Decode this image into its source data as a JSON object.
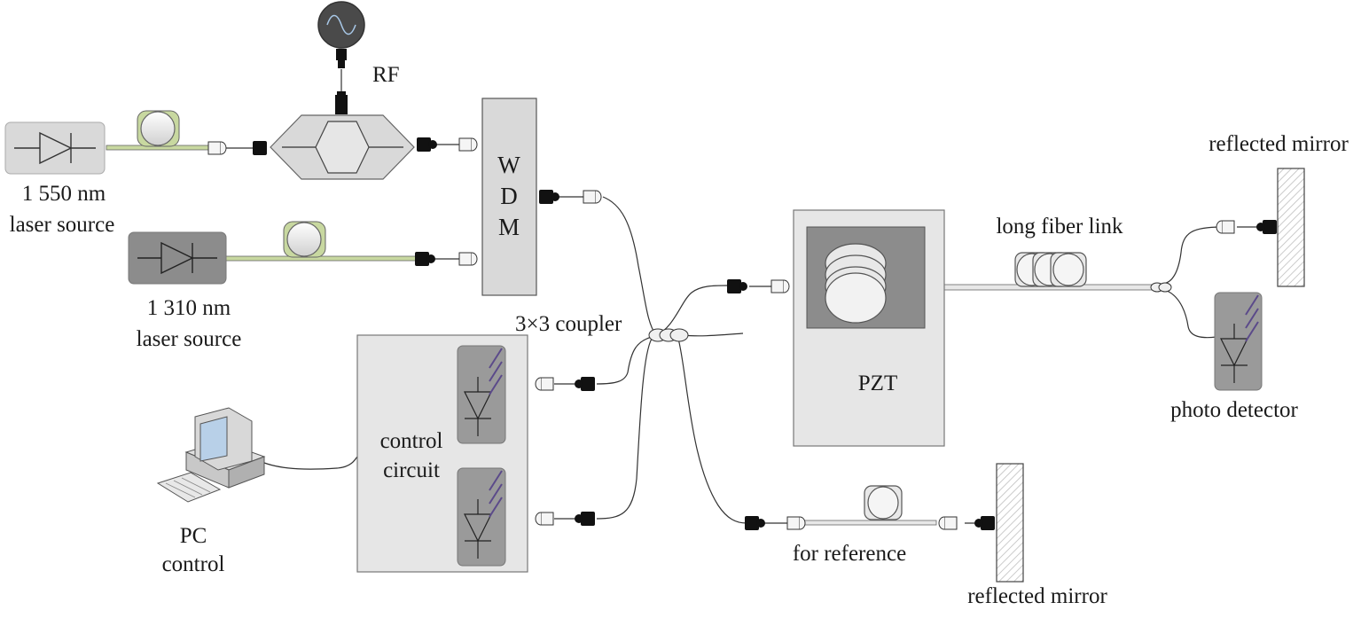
{
  "labels": {
    "rf": "RF",
    "laser1550_line1": "1 550 nm",
    "laser1550_line2": "laser source",
    "laser1310_line1": "1 310 nm",
    "laser1310_line2": "laser source",
    "wdm_w": "W",
    "wdm_d": "D",
    "wdm_m": "M",
    "coupler": "3×3 coupler",
    "control_line1": "control",
    "control_line2": "circuit",
    "pc_line1": "PC",
    "pc_line2": "control",
    "pzt": "PZT",
    "long_fiber": "long fiber link",
    "reflected_mirror_top": "reflected mirror",
    "photo_detector": "photo detector",
    "for_reference": "for reference",
    "reflected_mirror_bottom": "reflected mirror"
  },
  "colors": {
    "box_fill": "#d9d9d9",
    "box_dark": "#8c8c8c",
    "fiber_green": "#c8d8a0",
    "connector_black": "#111111",
    "detector_stroke": "#5b4a8a",
    "line": "#333333"
  }
}
